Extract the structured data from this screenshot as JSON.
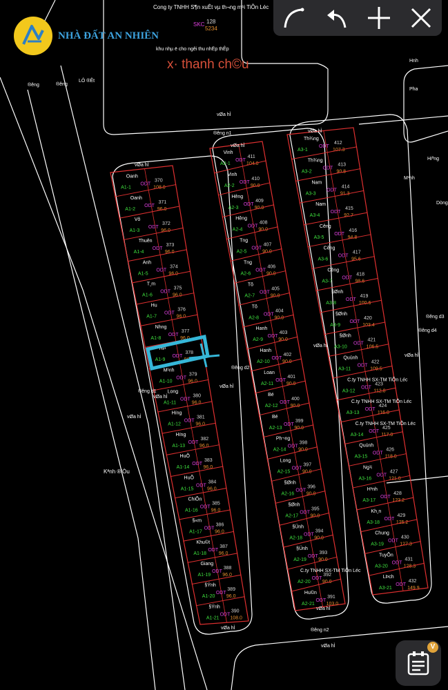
{
  "header": {
    "company_top": "Cong ty TNHH S¶n xuÊt vµ th­¬ng m¹i TiÕn Léc",
    "skc_code": "SKC",
    "skc_num": "128",
    "skc_area": "5234",
    "khu_nha": "khu nhµ ë cho ng­êi thu nhËp thÊp",
    "overlay_name": "x· thanh ch©u",
    "logo_text": "NHÀ ĐẤT AN NHIÊN"
  },
  "colors": {
    "background": "#000000",
    "parcel_line": "#e03030",
    "road_line": "#ffffff",
    "owner_text": "#ffffff",
    "code_text": "#3fe33f",
    "odt_text": "#e040e0",
    "number_text": "#d8d8d8",
    "area_text": "#e89030",
    "highlight": "#36b7d8",
    "overlay_name": "#d8503a",
    "logo_circle": "#f2c81c",
    "logo_text": "#3da3df"
  },
  "icons": {
    "redo": "curved-arrow-icon",
    "undo": "undo-arrow-icon",
    "add": "plus-icon",
    "close": "close-icon",
    "fab": "document-list-icon"
  },
  "fab_badge": "V",
  "misc_labels": {
    "lo_dang": "LÔ ®Êt",
    "dang1": "®­êng",
    "dang2": "®­êng",
    "vahi_top": "vØa hÌ",
    "duong_n1": "®­êng n1",
    "vahi_n1": "vØa hÌ",
    "vahi_b1": "vØa hÌ",
    "vahi_b3": "vØa hÌ",
    "dong_d2": "®­êng d2",
    "vahi_mid": "vØa hÌ",
    "dong_d1": "®­êng d1",
    "vahi_left1": "vØa hÌ",
    "vahi_left2": "vØa hÌ",
    "kenh": "Kªnh ®iÒu",
    "vahi_bottom_b": "vØa hÌ",
    "vahi_bottom_b3": "vØa hÌ",
    "duong_n2": "®­êng n2",
    "vahi_n2": "vØa hÌ",
    "dong_d3": "®­êng d3",
    "dong_d4": "®­êng d4",
    "vahi_right": "vØa hÌ",
    "vahi_b3_right": "vØa hÌ"
  },
  "right_edge_labels": [
    "H­nh",
    "Pha",
    "Hiªng",
    "M¹nh",
    "Dòng"
  ],
  "blocks": {
    "A1": {
      "parcels": [
        {
          "owner": "Oanh",
          "code": "A1-1",
          "num": "370",
          "area": "108.0"
        },
        {
          "owner": "Oanh",
          "code": "A1-2",
          "num": "371",
          "area": "96.0"
        },
        {
          "owner": "Võ",
          "code": "A1-3",
          "num": "372",
          "area": "96.0"
        },
        {
          "owner": "Thuên",
          "code": "A1-4",
          "num": "373",
          "area": "96.0"
        },
        {
          "owner": "Anh",
          "code": "A1-5",
          "num": "374",
          "area": "96.0"
        },
        {
          "owner": "T¸m",
          "code": "A1-6",
          "num": "375",
          "area": "96.0"
        },
        {
          "owner": "Hu",
          "code": "A1-7",
          "num": "376",
          "area": "96.0"
        },
        {
          "owner": "Nh­ng",
          "code": "A1-8",
          "num": "377",
          "area": "96.0"
        },
        {
          "owner": "HÞ",
          "code": "A1-9",
          "num": "378",
          "area": "96.0"
        },
        {
          "owner": "M¹nh",
          "code": "A1-10",
          "num": "379",
          "area": "96.0"
        },
        {
          "owner": "Long",
          "code": "A1-11",
          "num": "380",
          "area": "96.0"
        },
        {
          "owner": "Hïng",
          "code": "A1-12",
          "num": "381",
          "area": "96.0"
        },
        {
          "owner": "Hïng",
          "code": "A1-13",
          "num": "382",
          "area": "96.0"
        },
        {
          "owner": "HuÕ",
          "code": "A1-14",
          "num": "383",
          "area": "96.0"
        },
        {
          "owner": "HuÕ",
          "code": "A1-15",
          "num": "384",
          "area": "96.0"
        },
        {
          "owner": "ChiÕn",
          "code": "A1-16",
          "num": "385",
          "area": "96.0"
        },
        {
          "owner": "§«m",
          "code": "A1-17",
          "num": "386",
          "area": "96.0"
        },
        {
          "owner": "Khu©t",
          "code": "A1-18",
          "num": "387",
          "area": "96.0"
        },
        {
          "owner": "Giang",
          "code": "A1-19",
          "num": "388",
          "area": "96.0"
        },
        {
          "owner": "§Ýnh",
          "code": "A1-20",
          "num": "389",
          "area": "96.0"
        },
        {
          "owner": "§Ýnh",
          "code": "A1-21",
          "num": "390",
          "area": "108.0"
        }
      ]
    },
    "A2": {
      "parcels": [
        {
          "owner": "Vinh",
          "code": "A2-1",
          "num": "411",
          "area": "104.0"
        },
        {
          "owner": "Vinh",
          "code": "A2-2",
          "num": "410",
          "area": "90.0"
        },
        {
          "owner": "H­êng",
          "code": "A2-3",
          "num": "409",
          "area": "90.0"
        },
        {
          "owner": "H­êng",
          "code": "A2-4",
          "num": "408",
          "area": "90.0"
        },
        {
          "owner": "T­ng",
          "code": "A2-5",
          "num": "407",
          "area": "90.0"
        },
        {
          "owner": "T­ng",
          "code": "A2-6",
          "num": "406",
          "area": "90.0"
        },
        {
          "owner": "Tô",
          "code": "A2-7",
          "num": "405",
          "area": "90.0"
        },
        {
          "owner": "Tô",
          "code": "A2-8",
          "num": "404",
          "area": "90.0"
        },
        {
          "owner": "Hanh",
          "code": "A2-9",
          "num": "403",
          "area": "90.0"
        },
        {
          "owner": "Hanh",
          "code": "A2-10",
          "num": "402",
          "area": "90.0"
        },
        {
          "owner": "Loan",
          "code": "A2-11",
          "num": "401",
          "area": "90.0"
        },
        {
          "owner": "Bé",
          "code": "A2-12",
          "num": "400",
          "area": "90.0"
        },
        {
          "owner": "Bé",
          "code": "A2-13",
          "num": "399",
          "area": "90.0"
        },
        {
          "owner": "Ph­¬ng",
          "code": "A2-14",
          "num": "398",
          "area": "90.0"
        },
        {
          "owner": "Long",
          "code": "A2-15",
          "num": "397",
          "area": "90.0"
        },
        {
          "owner": "§Ønh",
          "code": "A2-16",
          "num": "396",
          "area": "90.0"
        },
        {
          "owner": "§Ønh",
          "code": "A2-17",
          "num": "395",
          "area": "90.0"
        },
        {
          "owner": "§Ünh",
          "code": "A2-18",
          "num": "394",
          "area": "90.0"
        },
        {
          "owner": "§Ünh",
          "code": "A2-19",
          "num": "393",
          "area": "90.0"
        },
        {
          "owner": "C.ty TNHH SX-TM TiÕn Léc",
          "code": "A2-20",
          "num": "392",
          "area": "90.0"
        },
        {
          "owner": "Hu©n",
          "code": "A2-21",
          "num": "391",
          "area": "103.0"
        }
      ]
    },
    "A3": {
      "parcels": [
        {
          "owner": "Th¾ng",
          "code": "A3-1",
          "num": "412",
          "area": "107.3"
        },
        {
          "owner": "Th¾ng",
          "code": "A3-2",
          "num": "413",
          "area": "90.8"
        },
        {
          "owner": "Nam",
          "code": "A3-3",
          "num": "414",
          "area": "91.3"
        },
        {
          "owner": "Nam",
          "code": "A3-4",
          "num": "415",
          "area": "92.7"
        },
        {
          "owner": "C­êng",
          "code": "A3-5",
          "num": "416",
          "area": "94.8"
        },
        {
          "owner": "C­êng",
          "code": "A3-6",
          "num": "417",
          "area": "95.6"
        },
        {
          "owner": "C­êng",
          "code": "A3-7",
          "num": "418",
          "area": "98.6"
        },
        {
          "owner": "§Ønh",
          "code": "A3-8",
          "num": "419",
          "area": "100.6"
        },
        {
          "owner": "§Ønh",
          "code": "A3-9",
          "num": "420",
          "area": "103.4"
        },
        {
          "owner": "§Ønh",
          "code": "A3-10",
          "num": "421",
          "area": "106.5"
        },
        {
          "owner": "Quúnh",
          "code": "A3-11",
          "num": "422",
          "area": "109.5"
        },
        {
          "owner": "C.ty TNHH SX-TM TiÕn Léc",
          "code": "A3-12",
          "num": "423",
          "area": "112.8"
        },
        {
          "owner": "C.ty TNHH SX-TM TiÕn Léc",
          "code": "A3-13",
          "num": "424",
          "area": "116.0"
        },
        {
          "owner": "C.ty TNHH SX-TM TiÕn Léc",
          "code": "A3-14",
          "num": "425",
          "area": "117.0"
        },
        {
          "owner": "Quúnh",
          "code": "A3-15",
          "num": "426",
          "area": "118.0"
        },
        {
          "owner": "Ng¹i",
          "code": "A3-16",
          "num": "427",
          "area": "121.0"
        },
        {
          "owner": "H¹nh",
          "code": "A3-17",
          "num": "428",
          "area": "123.2"
        },
        {
          "owner": "Kh¸n",
          "code": "A3-18",
          "num": "429",
          "area": "125.2"
        },
        {
          "owner": "Chung",
          "code": "A3-19",
          "num": "430",
          "area": "127.3"
        },
        {
          "owner": "TuyÕn",
          "code": "A3-20",
          "num": "431",
          "area": "128.3"
        },
        {
          "owner": "LÞch",
          "code": "A3-21",
          "num": "432",
          "area": "149.9"
        }
      ]
    }
  },
  "odt_label": "ODT",
  "selected_parcel": "A1-9"
}
